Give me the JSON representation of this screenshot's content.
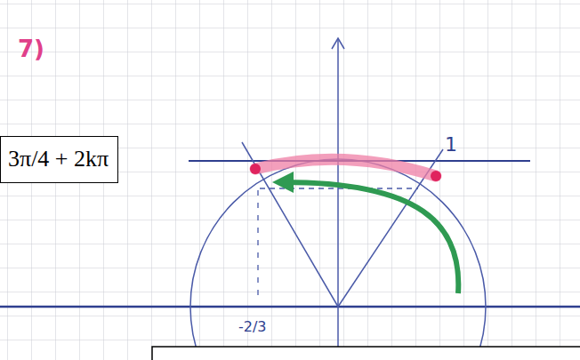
{
  "diagram": {
    "nodes": [
      {
        "text": [
          "3π/4 + 2kπ"
        ]
      }
    ],
    "labels": [
      "7)",
      "1",
      "-2/3"
    ]
  }
}
